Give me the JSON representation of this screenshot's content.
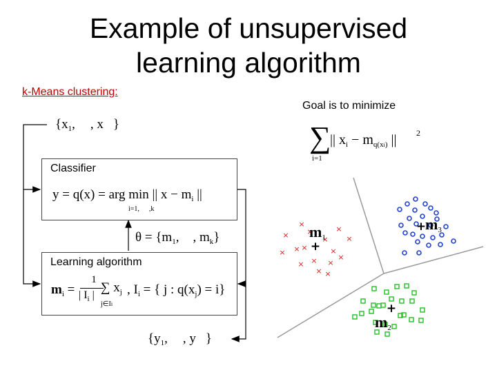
{
  "slide": {
    "title_line1": "Example of unsupervised",
    "title_line2": "learning algorithm",
    "subtitle": "k-Means clustering:",
    "goal_text": "Goal is to minimize"
  },
  "diagram": {
    "input_set": "{x",
    "input_set_sub": "1",
    "input_set_mid": ",",
    "input_set_end": ", x",
    "input_set_close": "}",
    "classifier_label": "Classifier",
    "classifier_formula": "y = q(x) = arg min || x − m",
    "classifier_formula_sub": "i",
    "classifier_formula_end": " ||",
    "classifier_under": "i=1,",
    "classifier_under2": ",k",
    "theta_formula": "θ = {m",
    "theta_sub1": "1",
    "theta_mid": ",",
    "theta_end": ", m",
    "theta_sub2": "k",
    "theta_close": "}",
    "learning_label": "Learning algorithm",
    "learning_formula_a": "m",
    "learning_formula_a_sub": "i",
    "learning_formula_b": " = ",
    "learning_frac_num": "1",
    "learning_frac_den": "| I",
    "learning_frac_den_sub": "i",
    "learning_frac_den_end": " |",
    "learning_sum_term": "∑ x",
    "learning_sum_term_sub": "j",
    "learning_sum_under": "j∈I",
    "learning_sum_under_sub": "i",
    "learning_set_def": ", I",
    "learning_set_def_sub": "i",
    "learning_set_def_end": " = { j : q(x",
    "learning_set_def_sub2": "j",
    "learning_set_def_close": ") = i}",
    "output_set": "{y",
    "output_set_sub": "1",
    "output_set_mid": ",",
    "output_set_end": ", y",
    "output_set_close": "}"
  },
  "objective": {
    "sum_top": "",
    "sum_bottom": "i=1",
    "term": "|| x",
    "term_sub": "i",
    "term_mid": " − m",
    "term_sub2": "q(x",
    "term_sub2_sub": "i",
    "term_sub2_close": ")",
    "term_end": " ||",
    "exponent": "2"
  },
  "scatter": {
    "centroid_labels": [
      {
        "label": "m",
        "sub": "1"
      },
      {
        "label": "m",
        "sub": "2"
      },
      {
        "label": "m",
        "sub": "3"
      }
    ],
    "colors": {
      "cluster1": "#e02020",
      "cluster2": "#20c020",
      "cluster3": "#2040d0",
      "boundary": "#999999",
      "centroid": "#000000"
    },
    "cluster1_points": [
      [
        437,
        325
      ],
      [
        414,
        341
      ],
      [
        449,
        336
      ],
      [
        491,
        332
      ],
      [
        506,
        346
      ],
      [
        471,
        347
      ],
      [
        441,
        359
      ],
      [
        409,
        366
      ],
      [
        430,
        361
      ],
      [
        483,
        364
      ],
      [
        494,
        373
      ],
      [
        455,
        378
      ],
      [
        436,
        383
      ],
      [
        479,
        381
      ],
      [
        462,
        393
      ],
      [
        475,
        397
      ]
    ],
    "cluster2_points": [
      [
        542,
        419
      ],
      [
        575,
        416
      ],
      [
        589,
        415
      ],
      [
        600,
        425
      ],
      [
        560,
        424
      ],
      [
        526,
        437
      ],
      [
        541,
        443
      ],
      [
        555,
        443
      ],
      [
        567,
        434
      ],
      [
        582,
        437
      ],
      [
        597,
        437
      ],
      [
        524,
        455
      ],
      [
        538,
        452
      ],
      [
        549,
        444
      ],
      [
        580,
        458
      ],
      [
        596,
        464
      ],
      [
        612,
        450
      ],
      [
        610,
        465
      ],
      [
        514,
        460
      ],
      [
        544,
        468
      ],
      [
        558,
        471
      ],
      [
        571,
        474
      ],
      [
        585,
        457
      ],
      [
        546,
        482
      ],
      [
        561,
        485
      ]
    ],
    "cluster3_points": [
      [
        602,
        289
      ],
      [
        590,
        296
      ],
      [
        616,
        296
      ],
      [
        579,
        304
      ],
      [
        601,
        305
      ],
      [
        624,
        302
      ],
      [
        632,
        309
      ],
      [
        593,
        317
      ],
      [
        612,
        314
      ],
      [
        633,
        318
      ],
      [
        581,
        327
      ],
      [
        603,
        325
      ],
      [
        624,
        327
      ],
      [
        646,
        329
      ],
      [
        587,
        338
      ],
      [
        598,
        340
      ],
      [
        612,
        343
      ],
      [
        627,
        345
      ],
      [
        640,
        341
      ],
      [
        657,
        350
      ],
      [
        638,
        355
      ],
      [
        621,
        356
      ],
      [
        605,
        351
      ],
      [
        586,
        367
      ],
      [
        607,
        367
      ]
    ],
    "centroids": [
      [
        457,
        357
      ],
      [
        567,
        447
      ],
      [
        610,
        328
      ]
    ]
  }
}
